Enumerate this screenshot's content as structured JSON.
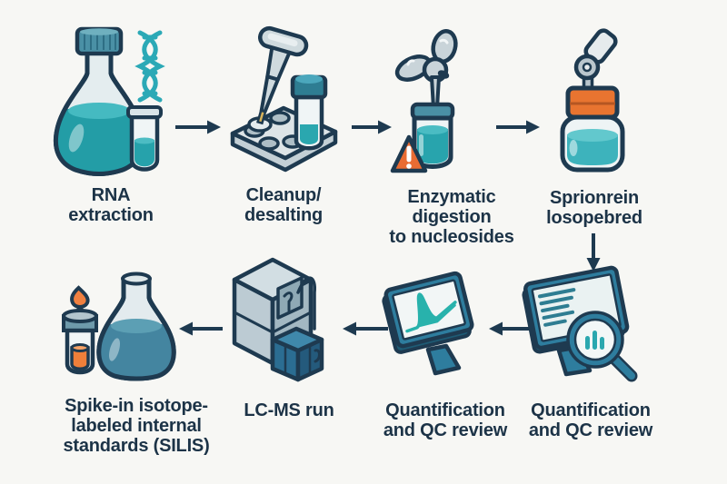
{
  "diagram": {
    "background_color": "#f7f7f4",
    "outline_color": "#1e3a50",
    "label_color": "#1c3347",
    "accent_teal": "#2aa7af",
    "accent_orange": "#ee7130",
    "steel_blue": "#4a90a5",
    "monitor_teal": "#2e7d9e",
    "instrument_blue": "#2e6f92",
    "steps": [
      {
        "id": "rna-extraction",
        "label": "RNA\nextraction",
        "icon": "flask-dna-tube-icon"
      },
      {
        "id": "cleanup-desalting",
        "label": "Cleanup/\ndesalting",
        "icon": "pipette-plate-icon"
      },
      {
        "id": "enzymatic-digestion",
        "label": "Enzymatic\ndigestion\nto nucleosides",
        "icon": "vial-enzyme-warning-icon"
      },
      {
        "id": "isotope-vial",
        "label": "Sprionrein\nlosopebred",
        "icon": "capped-vial-key-icon"
      },
      {
        "id": "silis",
        "label": "Spike-in isotope-\nlabeled internal\nstandards (SILIS)",
        "icon": "spike-in-vial-flask-icon"
      },
      {
        "id": "lcms-run",
        "label": "LC-MS run",
        "icon": "lcms-instrument-icon"
      },
      {
        "id": "quantification-qc-1",
        "label": "Quantification\nand QC review",
        "icon": "monitor-chromatogram-icon"
      },
      {
        "id": "quantification-qc-2",
        "label": "Quantification\nand QC review",
        "icon": "monitor-magnifier-icon"
      }
    ],
    "arrows": [
      {
        "from": "rna-extraction",
        "to": "cleanup-desalting",
        "direction": "right"
      },
      {
        "from": "cleanup-desalting",
        "to": "enzymatic-digestion",
        "direction": "right"
      },
      {
        "from": "enzymatic-digestion",
        "to": "isotope-vial",
        "direction": "right"
      },
      {
        "from": "isotope-vial",
        "to": "quantification-qc-2",
        "direction": "down"
      },
      {
        "from": "quantification-qc-2",
        "to": "quantification-qc-1",
        "direction": "left"
      },
      {
        "from": "quantification-qc-1",
        "to": "lcms-run",
        "direction": "left"
      },
      {
        "from": "lcms-run",
        "to": "silis",
        "direction": "left"
      }
    ]
  }
}
